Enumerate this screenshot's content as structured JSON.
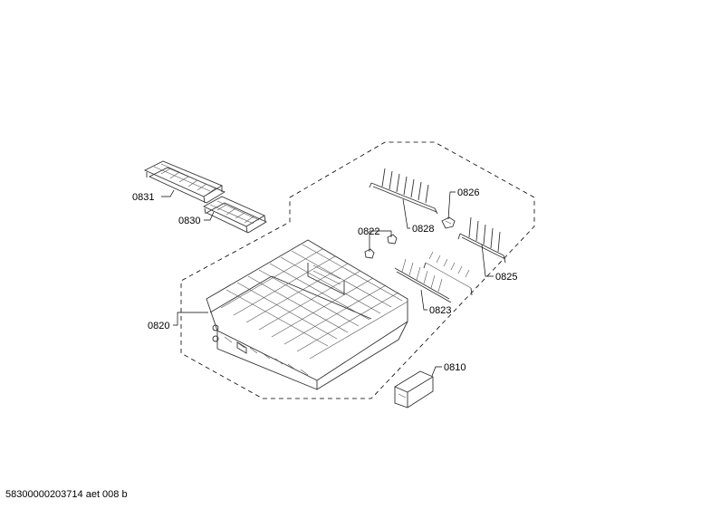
{
  "parts": [
    {
      "id": "0831",
      "label": "0831"
    },
    {
      "id": "0830",
      "label": "0830"
    },
    {
      "id": "0828",
      "label": "0828"
    },
    {
      "id": "0826",
      "label": "0826"
    },
    {
      "id": "0822",
      "label": "0822"
    },
    {
      "id": "0825",
      "label": "0825"
    },
    {
      "id": "0823",
      "label": "0823"
    },
    {
      "id": "0820",
      "label": "0820"
    },
    {
      "id": "0810",
      "label": "0810"
    }
  ],
  "document_id": "58300000203714 aet 008 b"
}
